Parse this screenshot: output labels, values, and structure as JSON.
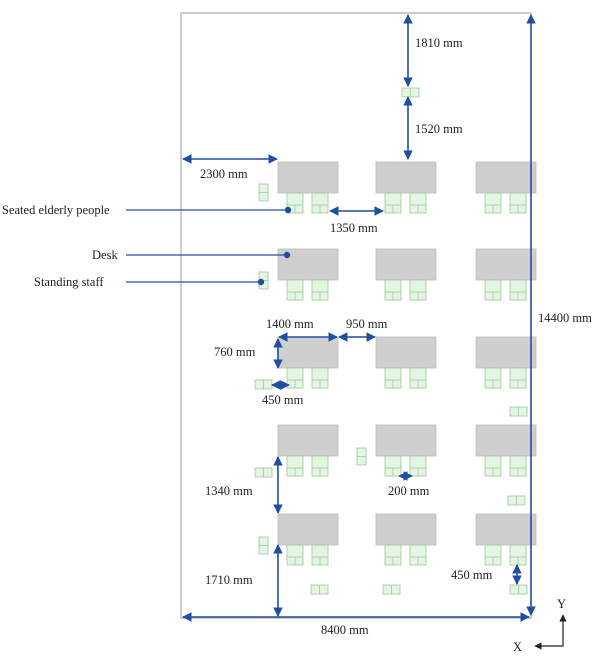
{
  "legend": {
    "seated": "Seated elderly people",
    "desk": "Desk",
    "standing": "Standing staff"
  },
  "dimensions": {
    "top_gap": "1810 mm",
    "staff_to_desk": "1520 mm",
    "left_gap": "2300 mm",
    "col_gap": "1350 mm",
    "desk_width": "1400 mm",
    "desk_spacing": "950 mm",
    "desk_depth": "760 mm",
    "staff_width": "450 mm",
    "row_gap": "1340 mm",
    "chair_gap": "200 mm",
    "bottom_gap": "1710 mm",
    "staff_depth": "450 mm",
    "room_width": "8400 mm",
    "room_height": "14400 mm"
  },
  "axes": {
    "y": "Y",
    "x": "X"
  },
  "colors": {
    "dimension": "#1f4fa0",
    "desk": "#cfcfcf",
    "seat": "#e5f5e3",
    "seat_stroke": "#9cc99a",
    "room": "#9a9a9a"
  }
}
